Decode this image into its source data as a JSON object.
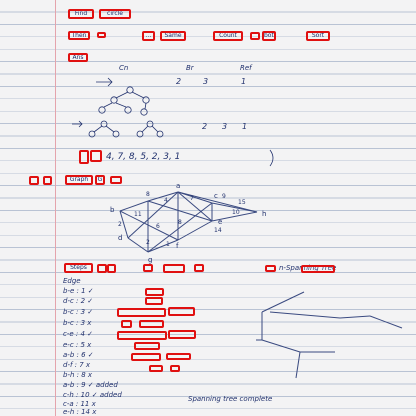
{
  "highlight_color": "#e01010",
  "ink_color": "#22326e",
  "header": {
    "word1": "Find",
    "word2": "circle"
  },
  "line2": {
    "w1": "Then",
    "w2": "...",
    "w3": "...",
    "w4": "Same",
    "w5": "Count",
    "w6": "both",
    "w7": "Sort"
  },
  "line3": {
    "w1": "Ans"
  },
  "tree_cols": [
    "Cn",
    "Br",
    "Ref"
  ],
  "tree_values": [
    "2",
    "3",
    "1"
  ],
  "row2_values": [
    "2",
    "3",
    "1"
  ],
  "sequence": "4, 7, 8, 5, 2, 3, 1",
  "graph_heading": {
    "w1": "Graph",
    "w2": "G"
  },
  "graph_vertices": [
    "a",
    "b",
    "c",
    "d",
    "e",
    "f",
    "g",
    "h"
  ],
  "graph_edge_weights": [
    "8",
    "4",
    "7",
    "9",
    "2",
    "11",
    "6",
    "14",
    "10",
    "2",
    "1",
    "8",
    "15"
  ],
  "kruskal": {
    "heading_left": "Steps",
    "heading_right": "n-Spanning Tree",
    "col_header": "Edge",
    "rows": [
      "b-e : 1 ✓",
      "d-c : 2 ✓",
      "b-c : 3 ✓",
      "b-c : 3 x",
      "c-e : 4 ✓",
      "e-c : 5 x",
      "a-b : 6 ✓",
      "d-f : 7 x",
      "b-h : 8 x",
      "a-b : 9 ✓ added",
      "c-h : 10 ✓ added",
      "c-a : 11 x",
      "e-h : 14 x"
    ],
    "footer": "Spanning tree complete"
  }
}
